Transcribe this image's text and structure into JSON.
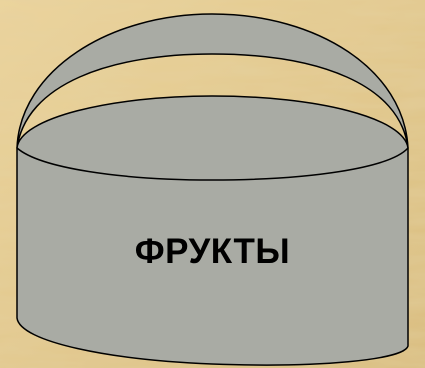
{
  "basket": {
    "label": "ФРУКТЫ"
  },
  "colors": {
    "background": "#e2c88c",
    "background_light": "#f0dca8",
    "background_dark": "#c9a865",
    "basket_fill": "#a9aba4",
    "basket_outline": "#000000",
    "label_text": "#000000"
  },
  "icons": {
    "basket": "basket-shape",
    "handle": "basket-handle"
  }
}
